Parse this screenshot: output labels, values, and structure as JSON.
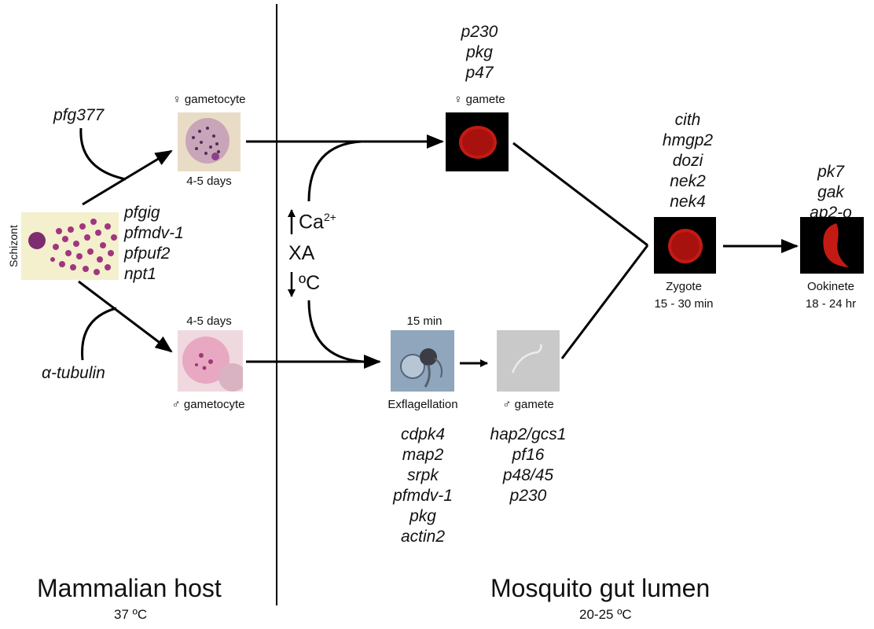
{
  "host": {
    "title": "Mammalian host",
    "temp": "37 ºC"
  },
  "mosquito": {
    "title": "Mosquito gut lumen",
    "temp": "20-25 ºC"
  },
  "schizont": {
    "label": "Schizont",
    "genes": [
      "pfgig",
      "pfmdv-1",
      "pfpuf2",
      "npt1"
    ]
  },
  "female_gametocyte": {
    "label": "♀ gametocyte",
    "time": "4-5 days",
    "gene": "pfg377"
  },
  "male_gametocyte": {
    "label": "♂ gametocyte",
    "time": "4-5 days",
    "gene": "α-tubulin"
  },
  "triggers": {
    "calcium": "Ca",
    "calcium_sup": "2+",
    "xa": "XA",
    "temp": "ºC"
  },
  "female_gamete": {
    "label": "♀ gamete",
    "genes": [
      "p230",
      "pkg",
      "p47"
    ]
  },
  "exflagellation": {
    "label": "Exflagellation",
    "time": "15 min",
    "genes": [
      "cdpk4",
      "map2",
      "srpk",
      "pfmdv-1",
      "pkg",
      "actin2"
    ]
  },
  "male_gamete": {
    "label": "♂ gamete",
    "genes": [
      "hap2/gcs1",
      "pf16",
      "p48/45",
      "p230"
    ]
  },
  "zygote": {
    "label": "Zygote",
    "time": "15 - 30 min",
    "genes": [
      "cith",
      "hmgp2",
      "dozi",
      "nek2",
      "nek4"
    ]
  },
  "ookinete": {
    "label": "Ookinete",
    "time": "18 - 24 hr",
    "genes": [
      "pk7",
      "gak",
      "ap2-o"
    ]
  }
}
